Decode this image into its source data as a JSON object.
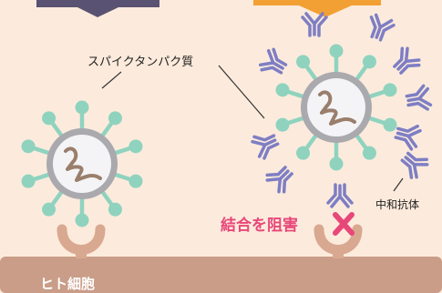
{
  "labels": {
    "spike_protein": "スパイクタンパク質",
    "neutralizing_antibody": "中和抗体",
    "binding_blocked": "結合を阻害",
    "human_cell": "ヒト細胞"
  },
  "colors": {
    "background": "#fcebdc",
    "spike": "#8fd3bf",
    "virus_fill": "#f4f4f6",
    "virus_ring": "#a9a9ae",
    "rna": "#9a7e6c",
    "antibody": "#7e7ec4",
    "receptor": "#d9a890",
    "cell": "#c99d88",
    "block_mark": "#e8477a",
    "left_tab": "#5a5272",
    "right_tab": "#f2a033"
  },
  "icons": {
    "block_mark": "cross-icon"
  }
}
